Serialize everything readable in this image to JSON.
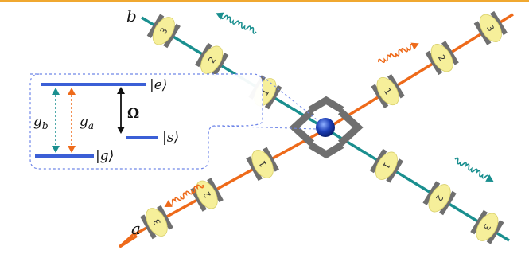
{
  "frame_color": "#f0a830",
  "colors": {
    "mode_a": "#ee6a1a",
    "mode_b": "#1a8f8f",
    "level": "#3b5fd6",
    "mirror": "#6f6f6f",
    "lens": "#f6ef9a",
    "atom": "#1d3fb8",
    "inset_border": "#6f86e8",
    "text": "#111111"
  },
  "mode_labels": {
    "a": "a",
    "b": "b"
  },
  "lens_labels": [
    "1",
    "2",
    "3"
  ],
  "level_diagram": {
    "excited": "|e⟩",
    "storage": "|s⟩",
    "ground": "|g⟩",
    "coupling_b": "g",
    "coupling_b_sub": "b",
    "coupling_a": "g",
    "coupling_a_sub": "a",
    "control": "Ω"
  },
  "photon_icons": [
    "wavy-arrow-icon",
    "wavy-arrow-icon",
    "wavy-arrow-icon",
    "wavy-arrow-icon"
  ]
}
